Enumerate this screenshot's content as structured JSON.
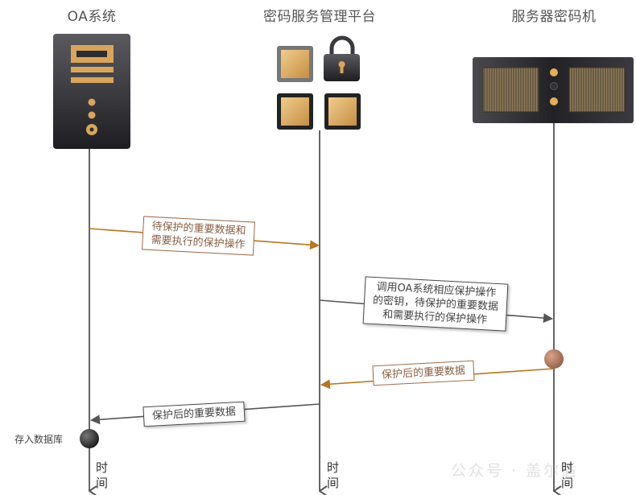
{
  "participants": [
    {
      "id": "oa",
      "title": "OA系统",
      "icon": "server-tower-icon"
    },
    {
      "id": "platform",
      "title": "密码服务管理平台",
      "icon": "crypto-platform-icon"
    },
    {
      "id": "hsm",
      "title": "服务器密码机",
      "icon": "hsm-device-icon"
    }
  ],
  "messages": [
    {
      "from": "oa",
      "to": "platform",
      "style": "orange",
      "label_lines": [
        "待保护的重要数据和",
        "需要执行的保护操作"
      ]
    },
    {
      "from": "platform",
      "to": "hsm",
      "style": "gray",
      "label_lines": [
        "调用OA系统相应保护操作",
        "的密钥，待保护的重要数据",
        "和需要执行的保护操作"
      ]
    },
    {
      "from": "hsm",
      "to": "platform",
      "style": "orange",
      "label_lines": [
        "保护后的重要数据"
      ]
    },
    {
      "from": "platform",
      "to": "oa",
      "style": "gray",
      "label_lines": [
        "保护后的重要数据"
      ]
    }
  ],
  "events": {
    "store_db": "存入数据库"
  },
  "time_axis": {
    "label_line1": "时",
    "label_line2": "间"
  },
  "watermark": "公众号 · 盖尔盾",
  "colors": {
    "gold": "#d9a55c",
    "dark": "#2b2b2e",
    "orange_arrow": "#b8761f",
    "gray_arrow": "#555555",
    "bronze_dot": "#b07a5c"
  }
}
